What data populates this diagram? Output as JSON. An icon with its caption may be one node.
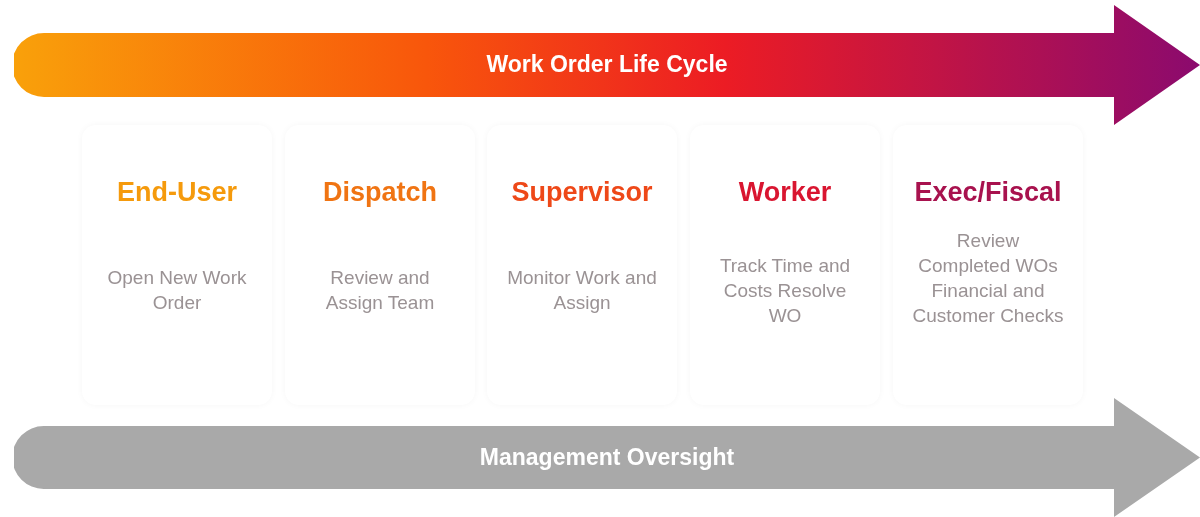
{
  "diagram": {
    "nodes": [
      {
        "text": [
          "Work Order Life Cycle"
        ]
      },
      {
        "text": [
          "End-User",
          "Open New Work Order"
        ]
      },
      {
        "text": [
          "Dispatch",
          "Review and Assign Team"
        ]
      },
      {
        "text": [
          "Supervisor",
          "Monitor Work and Assign"
        ]
      },
      {
        "text": [
          "Worker",
          "Track Time and Costs Resolve WO"
        ]
      },
      {
        "text": [
          "Exec/Fiscal",
          "Review Completed WOs Financial and Customer Checks"
        ]
      },
      {
        "text": [
          "Management Oversight"
        ]
      }
    ]
  }
}
